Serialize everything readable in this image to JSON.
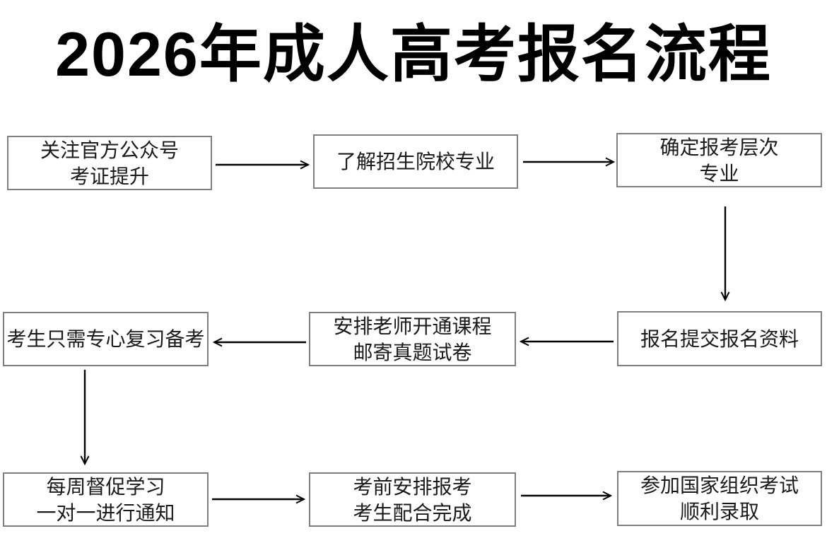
{
  "title": "2026年成人高考报名流程",
  "colors": {
    "background": "#ffffff",
    "title_text": "#000000",
    "box_border": "#7f7f7f",
    "box_text": "#1a1a1a",
    "arrow": "#000000"
  },
  "flowchart": {
    "steps": [
      {
        "id": "follow-official-account",
        "lines": [
          "关注官方公众号",
          "考证提升"
        ]
      },
      {
        "id": "learn-programs",
        "lines": [
          "了解招生院校专业"
        ]
      },
      {
        "id": "confirm-level",
        "lines": [
          "确定报考层次",
          "专业"
        ]
      },
      {
        "id": "submit-materials",
        "lines": [
          "报名提交报名资料"
        ]
      },
      {
        "id": "course-setup",
        "lines": [
          "安排老师开通课程",
          "邮寄真题试卷"
        ]
      },
      {
        "id": "focus-review",
        "lines": [
          "考生只需专心复习备考"
        ]
      },
      {
        "id": "weekly-supervision",
        "lines": [
          "每周督促学习",
          "一对一进行通知"
        ]
      },
      {
        "id": "pre-exam-arrangement",
        "lines": [
          "考前安排报考",
          "考生配合完成"
        ]
      },
      {
        "id": "take-exam",
        "lines": [
          "参加国家组织考试",
          "顺利录取"
        ]
      }
    ],
    "connections": [
      "follow-official-account → learn-programs",
      "learn-programs → confirm-level",
      "confirm-level → submit-materials",
      "submit-materials → course-setup",
      "course-setup → focus-review",
      "focus-review → weekly-supervision",
      "weekly-supervision → pre-exam-arrangement",
      "pre-exam-arrangement → take-exam"
    ]
  }
}
